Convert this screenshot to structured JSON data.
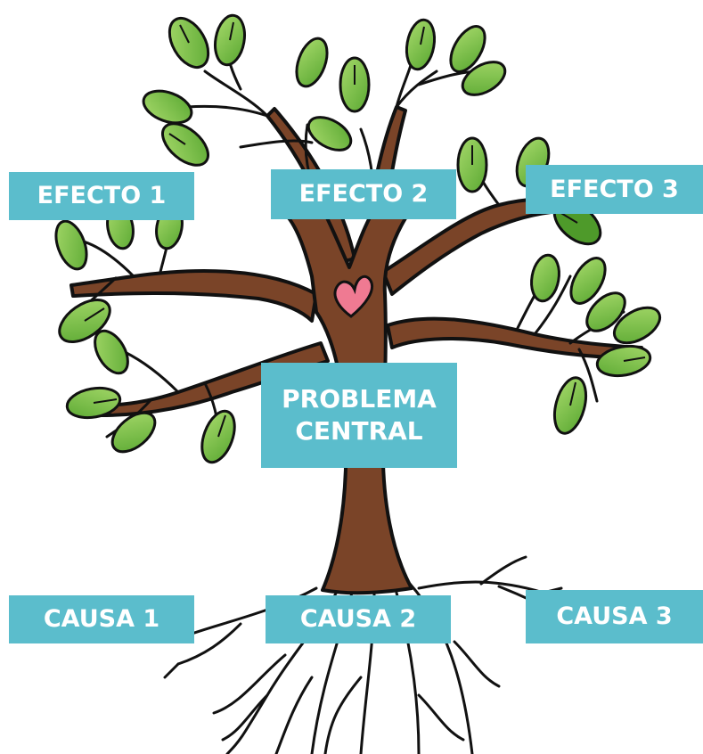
{
  "effects": [
    {
      "label": "EFECTO 1"
    },
    {
      "label": "EFECTO 2"
    },
    {
      "label": "EFECTO 3"
    }
  ],
  "central": {
    "line1": "PROBLEMA",
    "line2": "CENTRAL"
  },
  "causes": [
    {
      "label": "CAUSA 1"
    },
    {
      "label": "CAUSA 2"
    },
    {
      "label": "CAUSA 3"
    }
  ],
  "colors": {
    "label_bg": "#5bbdcc",
    "label_text": "#ffffff",
    "trunk": "#7a4428",
    "leaf": "#8cc84b",
    "leaf_dark": "#4e9a2a",
    "heart": "#ef7a92",
    "outline": "#111111"
  },
  "icons": {
    "heart": "heart-icon",
    "leaf": "leaf-icon"
  }
}
